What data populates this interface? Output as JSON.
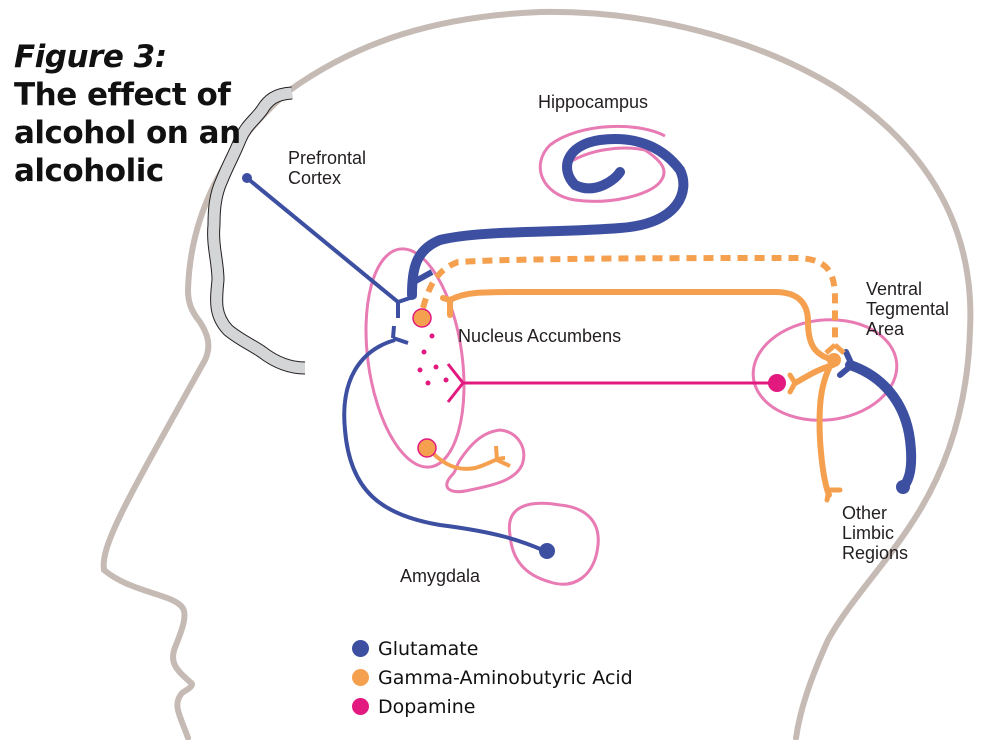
{
  "title": {
    "figure_label": "Figure 3:",
    "lines": [
      "The effect of",
      "alcohol on an",
      "alcoholic"
    ]
  },
  "colors": {
    "glutamate": "#3d4fa1",
    "gaba": "#f5a04f",
    "dopamine": "#e2197f",
    "region_outline": "#e87bb4",
    "head_outline": "#c6bab4",
    "cortex_fill": "#d4d5d7"
  },
  "regions": {
    "prefrontal_cortex": [
      "Prefrontal",
      "Cortex"
    ],
    "hippocampus": [
      "Hippocampus"
    ],
    "nucleus_accumbens": [
      "Nucleus Accumbens"
    ],
    "ventral_tegmental_area": [
      "Ventral",
      "Tegmental",
      "Area"
    ],
    "other_limbic_regions": [
      "Other",
      "Limbic",
      "Regions"
    ],
    "amygdala": [
      "Amygdala"
    ]
  },
  "legend": [
    {
      "label": "Glutamate",
      "color": "#3d4fa1"
    },
    {
      "label": "Gamma-Aminobutyric Acid",
      "color": "#f5a04f"
    },
    {
      "label": "Dopamine",
      "color": "#e2197f"
    }
  ]
}
